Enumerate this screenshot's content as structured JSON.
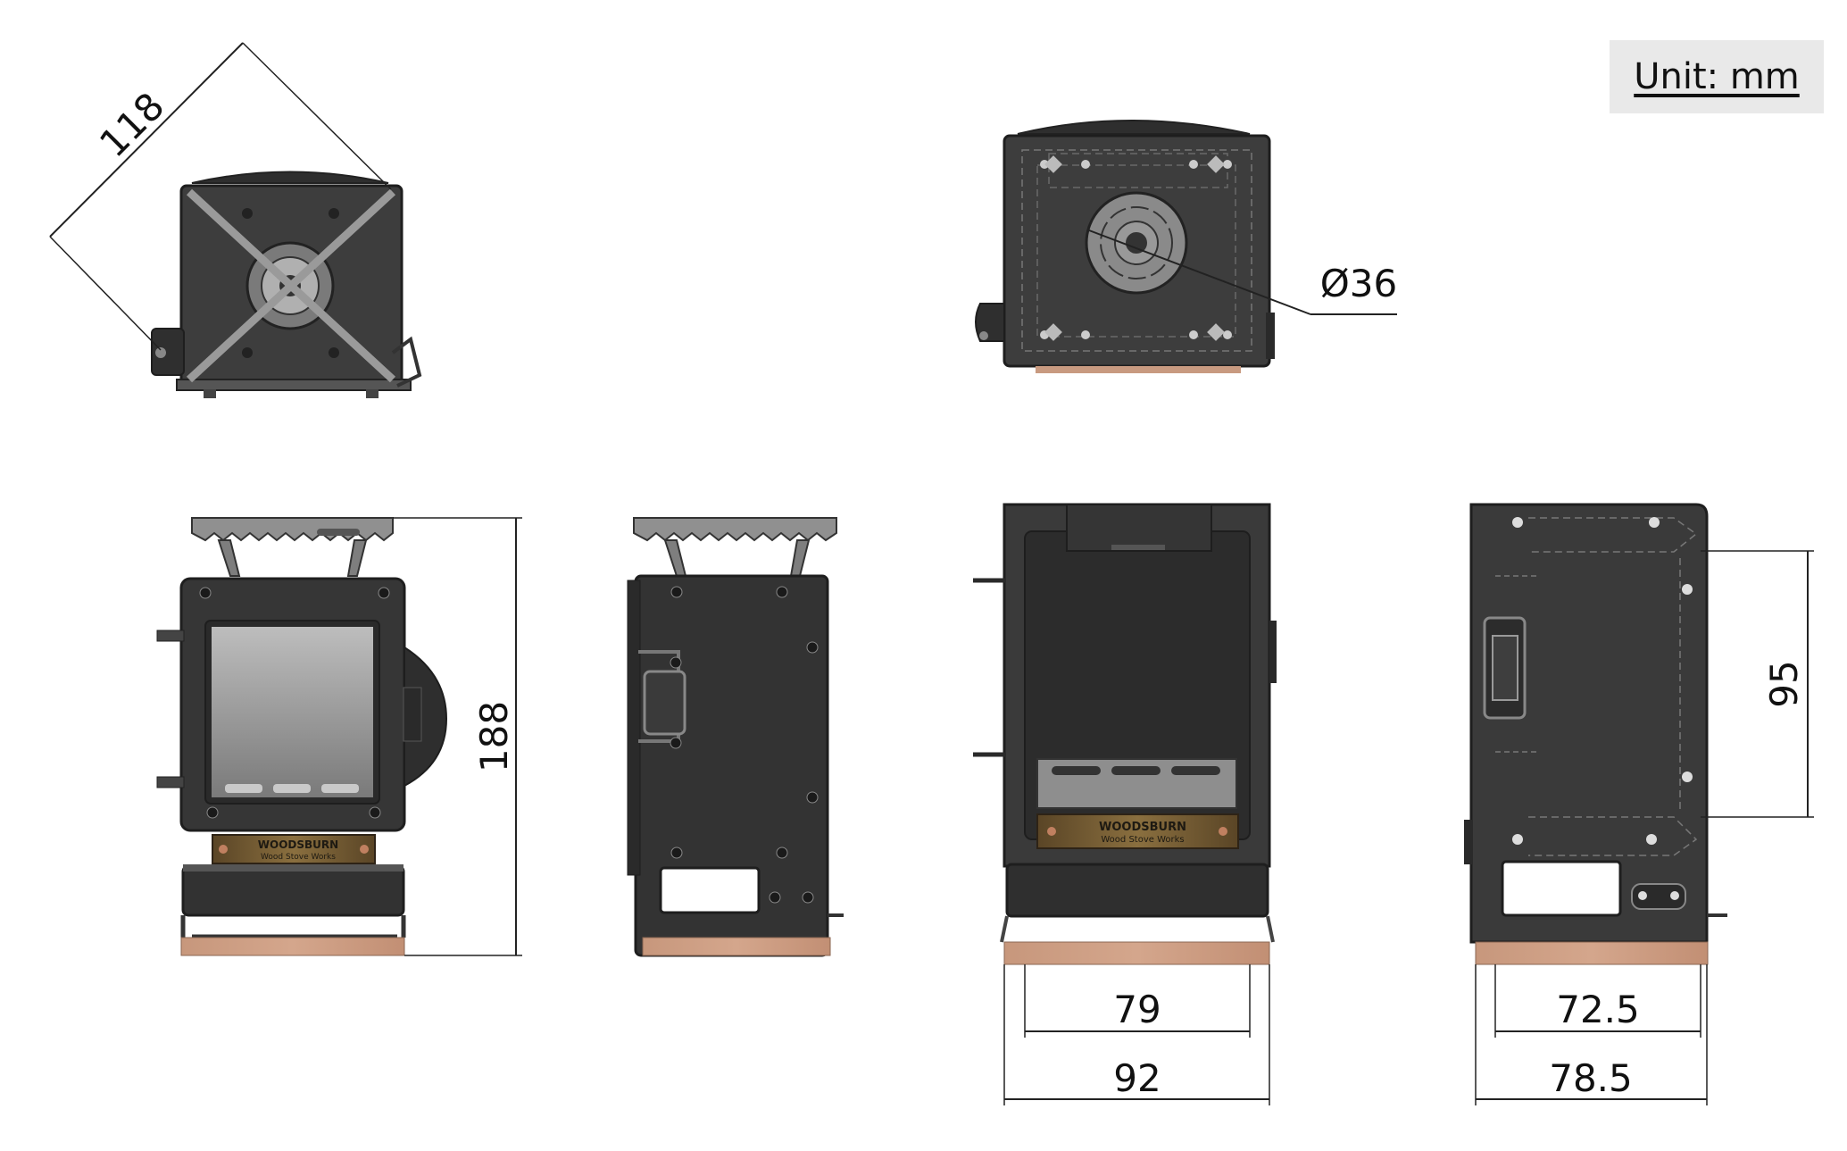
{
  "unit_label": "Unit: mm",
  "dimensions": {
    "diagonal": "118",
    "hole_diameter": "Ø36",
    "height": "188",
    "bracket_height": "95",
    "front_inner_width": "79",
    "front_outer_width": "92",
    "side_inner_width": "72.5",
    "side_outer_width": "78.5"
  },
  "plate": {
    "brand": "WOODSBURN",
    "subtitle": "Wood Stove Works"
  },
  "colors": {
    "body": "#3b3b3b",
    "body_dark": "#2a2a2a",
    "steel": "#8a8a8a",
    "wood": "#c89a80",
    "plate": "#6b5530",
    "window": "#9a9a9a"
  }
}
